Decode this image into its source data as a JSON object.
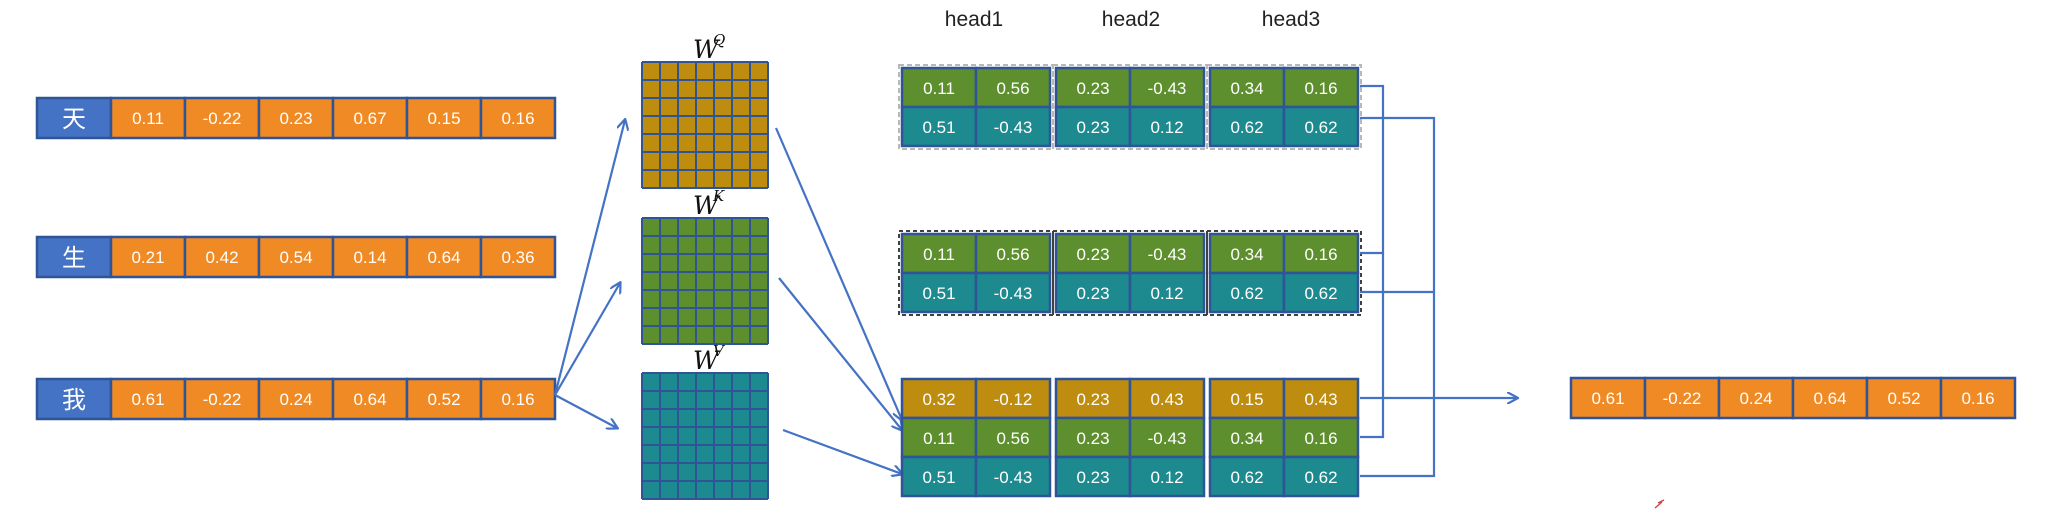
{
  "heads": [
    "head1",
    "head2",
    "head3"
  ],
  "tokens": [
    {
      "char": "天",
      "values": [
        "0.11",
        "-0.22",
        "0.23",
        "0.67",
        "0.15",
        "0.16"
      ]
    },
    {
      "char": "生",
      "values": [
        "0.21",
        "0.42",
        "0.54",
        "0.14",
        "0.64",
        "0.36"
      ]
    },
    {
      "char": "我",
      "values": [
        "0.61",
        "-0.22",
        "0.24",
        "0.64",
        "0.52",
        "0.16"
      ]
    }
  ],
  "weights": [
    {
      "base": "W",
      "sup": "Q",
      "color": "#BE8C0E"
    },
    {
      "base": "W",
      "sup": "K",
      "color": "#5E8F2E"
    },
    {
      "base": "W",
      "sup": "V",
      "color": "#1C8A8F"
    }
  ],
  "block_q": {
    "rows": [
      {
        "color": "green",
        "values": [
          "0.11",
          "0.56",
          "0.23",
          "-0.43",
          "0.34",
          "0.16"
        ]
      },
      {
        "color": "teal",
        "values": [
          "0.51",
          "-0.43",
          "0.23",
          "0.12",
          "0.62",
          "0.62"
        ]
      }
    ]
  },
  "block_k": {
    "rows": [
      {
        "color": "green",
        "values": [
          "0.11",
          "0.56",
          "0.23",
          "-0.43",
          "0.34",
          "0.16"
        ]
      },
      {
        "color": "teal",
        "values": [
          "0.51",
          "-0.43",
          "0.23",
          "0.12",
          "0.62",
          "0.62"
        ]
      }
    ]
  },
  "block_v": {
    "rows": [
      {
        "color": "gold",
        "values": [
          "0.32",
          "-0.12",
          "0.23",
          "0.43",
          "0.15",
          "0.43"
        ]
      },
      {
        "color": "green",
        "values": [
          "0.11",
          "0.56",
          "0.23",
          "-0.43",
          "0.34",
          "0.16"
        ]
      },
      {
        "color": "teal",
        "values": [
          "0.51",
          "-0.43",
          "0.23",
          "0.12",
          "0.62",
          "0.62"
        ]
      }
    ]
  },
  "output": {
    "values": [
      "0.61",
      "-0.22",
      "0.24",
      "0.64",
      "0.52",
      "0.16"
    ]
  },
  "colors": {
    "token": "#4472C4",
    "orange": "#F08A24",
    "green": "#5E8F2E",
    "teal": "#1C8A8F",
    "gold": "#BE8C0E",
    "line": "#4472C4"
  }
}
